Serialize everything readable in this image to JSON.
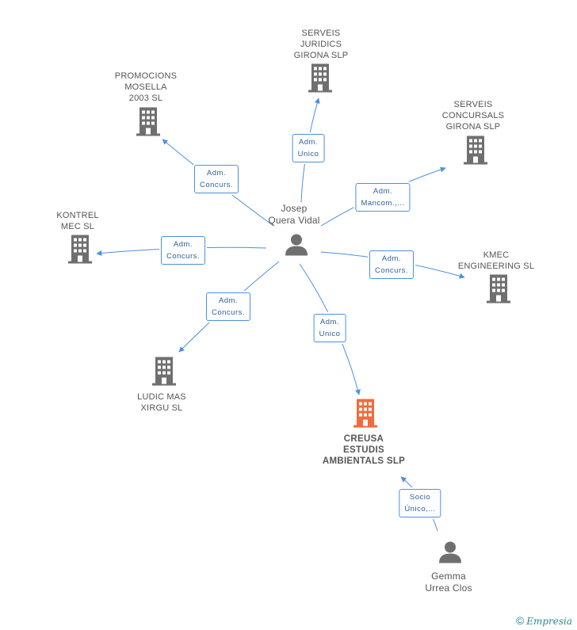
{
  "nodes": {
    "josep": {
      "label": "Josep\nQuera Vidal",
      "type": "person"
    },
    "gemma": {
      "label": "Gemma\nUrrea Clos",
      "type": "person"
    },
    "creusa": {
      "label": "CREUSA\nESTUDIS\nAMBIENTALS SLP",
      "type": "company-main"
    },
    "serveis_juridics": {
      "label": "SERVEIS\nJURIDICS\nGIRONA SLP",
      "type": "company"
    },
    "promocions": {
      "label": "PROMOCIONS\nMOSELLA\n2003 SL",
      "type": "company"
    },
    "serveis_concursals": {
      "label": "SERVEIS\nCONCURSALS\nGIRONA SLP",
      "type": "company"
    },
    "kontrel": {
      "label": "KONTREL\nMEC SL",
      "type": "company"
    },
    "kmec": {
      "label": "KMEC\nENGINEERING SL",
      "type": "company"
    },
    "ludic": {
      "label": "LUDIC MAS\nXIRGU SL",
      "type": "company"
    }
  },
  "edges": {
    "to_serveis_juridics": "Adm.\nUnico",
    "to_promocions": "Adm.\nConcurs.",
    "to_serveis_concursals": "Adm.\nMancom.,...",
    "to_kontrel": "Adm.\nConcurs.",
    "to_kmec": "Adm.\nConcurs.",
    "to_ludic": "Adm.\nConcurs.",
    "to_creusa": "Adm.\nUnico",
    "gemma_to_creusa": "Socio\nÚnico,..."
  },
  "colors": {
    "edge": "#4a90e2",
    "company_icon": "#6f6f6f",
    "main_icon": "#f26b3a",
    "person_icon": "#6f6f6f"
  },
  "footer": {
    "copyright": "©",
    "brand": "Empresia"
  }
}
